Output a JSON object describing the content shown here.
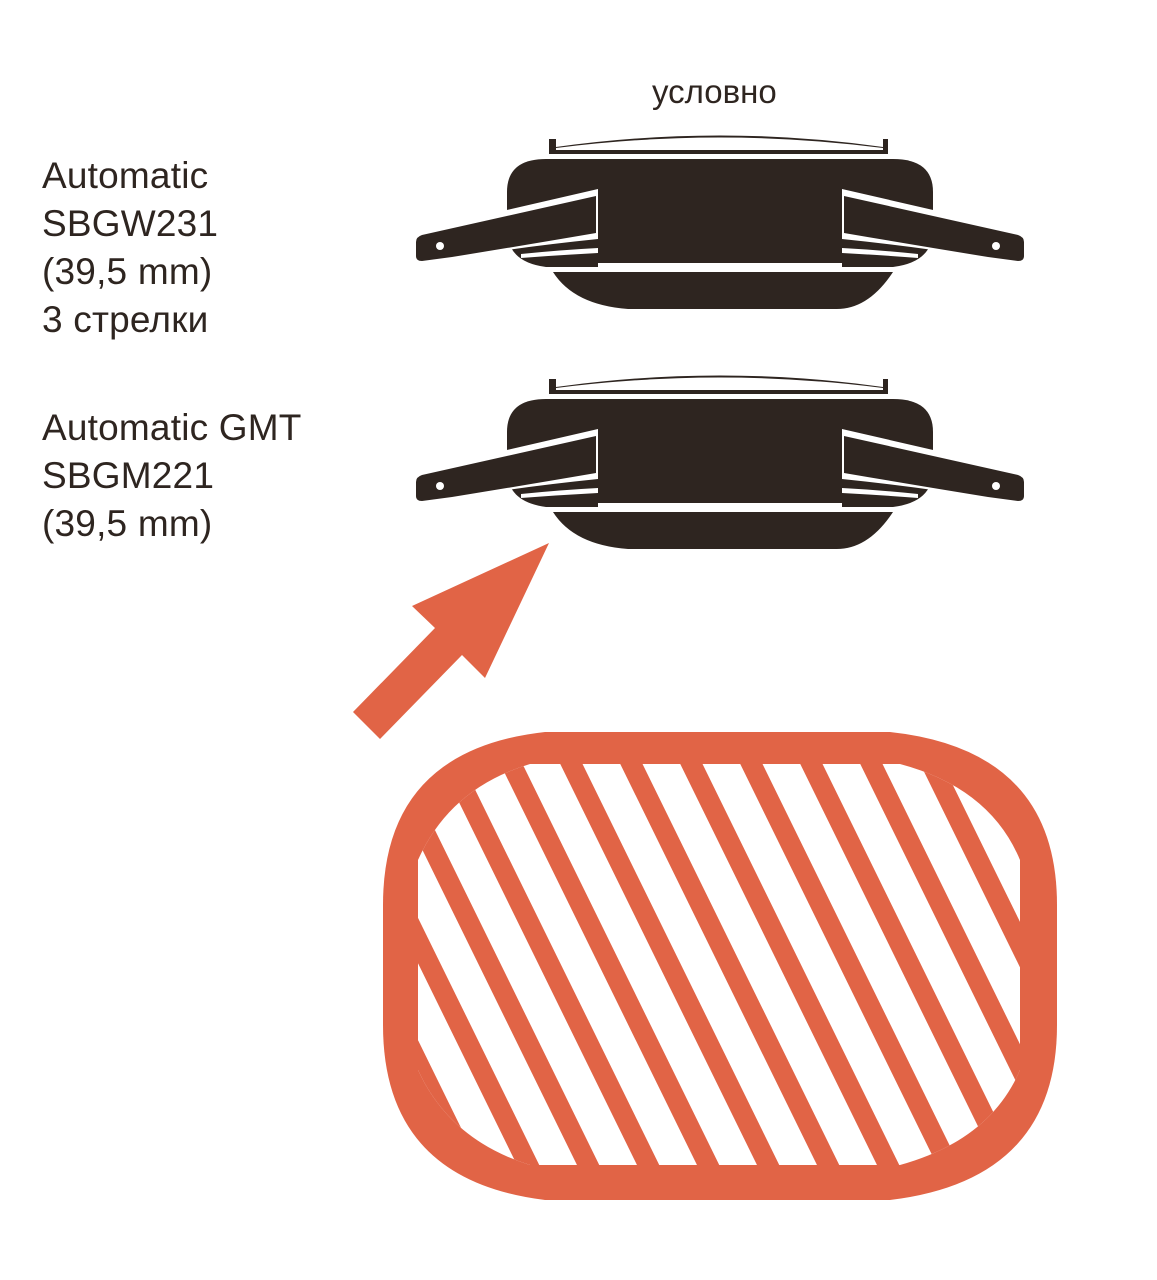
{
  "note": "условно",
  "watches": [
    {
      "lines": [
        "Automatic",
        "SBGW231",
        "(39,5 mm)",
        "3 стрелки"
      ]
    },
    {
      "lines": [
        "Automatic GMT",
        "SBGM221",
        "(39,5 mm)"
      ]
    }
  ],
  "colors": {
    "case": "#2e2520",
    "accent": "#e16446",
    "text": "#2e2520",
    "background": "#ffffff"
  },
  "icons": [
    "watch-profile-icon",
    "watch-profile-icon",
    "arrow-icon",
    "caseback-detail-icon"
  ]
}
